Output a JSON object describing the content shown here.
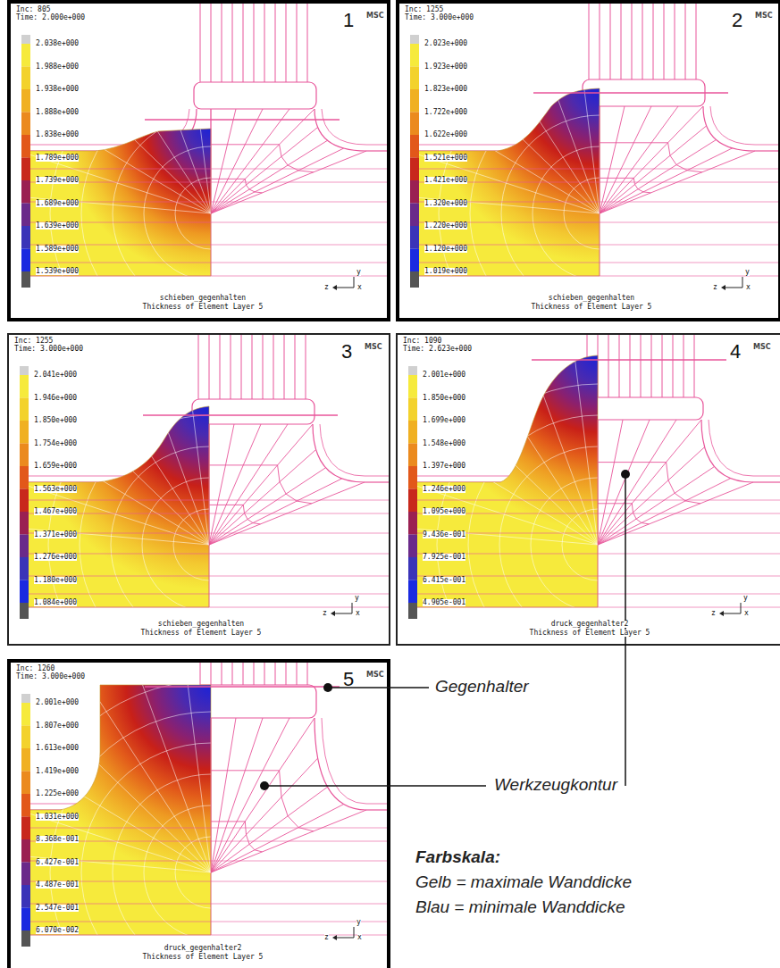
{
  "diagram": {
    "nodes": [
      {
        "text": [
          "Inc: 805",
          "Time: 2.000e+000",
          "1",
          "MSC",
          "2.038e+000",
          "1.988e+000",
          "1.938e+000",
          "1.888e+000",
          "1.838e+000",
          "1.789e+000",
          "1.739e+000",
          "1.689e+000",
          "1.639e+000",
          "1.589e+000",
          "1.539e+000",
          "y",
          "z",
          "x",
          "schieben_gegenhalten",
          "Thickness of Element Layer 5"
        ]
      },
      {
        "text": [
          "Inc: 1255",
          "Time: 3.000e+000",
          "2",
          "MSC",
          "2.023e+000",
          "1.923e+000",
          "1.823e+000",
          "1.722e+000",
          "1.622e+000",
          "1.521e+000",
          "1.421e+000",
          "1.320e+000",
          "1.220e+000",
          "1.120e+000",
          "1.019e+000",
          "y",
          "z",
          "x",
          "schieben_gegenhalten",
          "Thickness of Element Layer 5"
        ]
      },
      {
        "text": [
          "Inc: 1255",
          "Time: 3.000e+000",
          "3",
          "MSC",
          "2.041e+000",
          "1.946e+000",
          "1.850e+000",
          "1.754e+000",
          "1.659e+000",
          "1.563e+000",
          "1.467e+000",
          "1.371e+000",
          "1.276e+000",
          "1.180e+000",
          "1.084e+000",
          "y",
          "z",
          "x",
          "schieben_gegenhalten",
          "Thickness of Element Layer 5"
        ]
      },
      {
        "text": [
          "Inc: 1090",
          "Time: 2.623e+000",
          "4",
          "MSC",
          "2.001e+000",
          "1.850e+000",
          "1.699e+000",
          "1.548e+000",
          "1.397e+000",
          "1.246e+000",
          "1.095e+000",
          "9.436e-001",
          "7.925e-001",
          "6.415e-001",
          "4.905e-001",
          "y",
          "z",
          "x",
          "druck_gegenhalter2",
          "Thickness of Element Layer 5"
        ]
      },
      {
        "text": [
          "Inc: 1260",
          "Time: 3.000e+000",
          "5",
          "MSC",
          "2.001e+000",
          "1.807e+000",
          "1.613e+000",
          "1.419e+000",
          "1.225e+000",
          "1.031e+000",
          "8.368e-001",
          "6.427e-001",
          "4.487e-001",
          "2.547e-001",
          "6.070e-002",
          "y",
          "z",
          "x",
          "druck_gegenhalter2",
          "Thickness of Element Layer 5"
        ]
      }
    ],
    "labels": [
      "Gegenhalter",
      "Werkzeugkontur",
      "Farbskala:",
      "Gelb = maximale Wanddicke",
      "Blau = minimale Wanddicke"
    ]
  }
}
